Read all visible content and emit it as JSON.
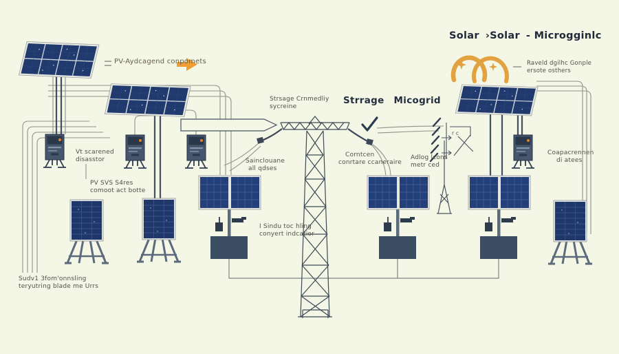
{
  "title": {
    "word1": "Solar",
    "word2": "›Solar",
    "word3": "- Microgginlc"
  },
  "labels": {
    "pv_components": "PV-Aydcagend conpomets",
    "raveld": {
      "line1": "Raveld dgilhc Gonple",
      "line2": "ersote osthers"
    },
    "storage_left": {
      "line1": "Strsage Crnmedliy",
      "line2": "sycreine"
    },
    "storage_title": {
      "word1": "Strrage",
      "word2": "Micogrid"
    },
    "vt": {
      "line1": "Vt scarened",
      "line2": "disasstor"
    },
    "pv_svs": {
      "line1": "PV SVS S4res",
      "line2": "comoot act botte"
    },
    "sainclouane": {
      "line1": "Sainclouane",
      "line2": "all qdses"
    },
    "corntcen": {
      "line1": "Corntcen",
      "line2": "conrtare ccaneraire"
    },
    "sindu": {
      "line1": "I Sindu toc hling",
      "line2": "conyert indcatior"
    },
    "adlog": {
      "line1": "Adlog lcons",
      "line2": "metr ced"
    },
    "coapacrennen": {
      "line1": "Coapacrennen",
      "line2": "di atees"
    },
    "sudv": {
      "line1": "Sudv1 3fom'onnsling",
      "line2": "teryutring blade me Urrs"
    },
    "rc": "r c"
  },
  "icons": {
    "orange_arcs": "double-horseshoe-arcs-with-sparkles",
    "checkmark": "checkmark",
    "solid_arrow": "orange-right-arrow",
    "outline_arrow": "long-outline-right-arrow"
  },
  "colors": {
    "background": "#f4f6e6",
    "panel_blue": "#203a6d",
    "panel_grid": "#cfd5dc",
    "accent_orange": "#e2a23f",
    "arrow_orange": "#ee9e33",
    "structure": "#3e4957",
    "equipment_slate": "#3b4d63",
    "inverter_body": "#46566c",
    "wire_thin": "#8e948b",
    "text": "#50524a",
    "title_text": "#202a39"
  }
}
